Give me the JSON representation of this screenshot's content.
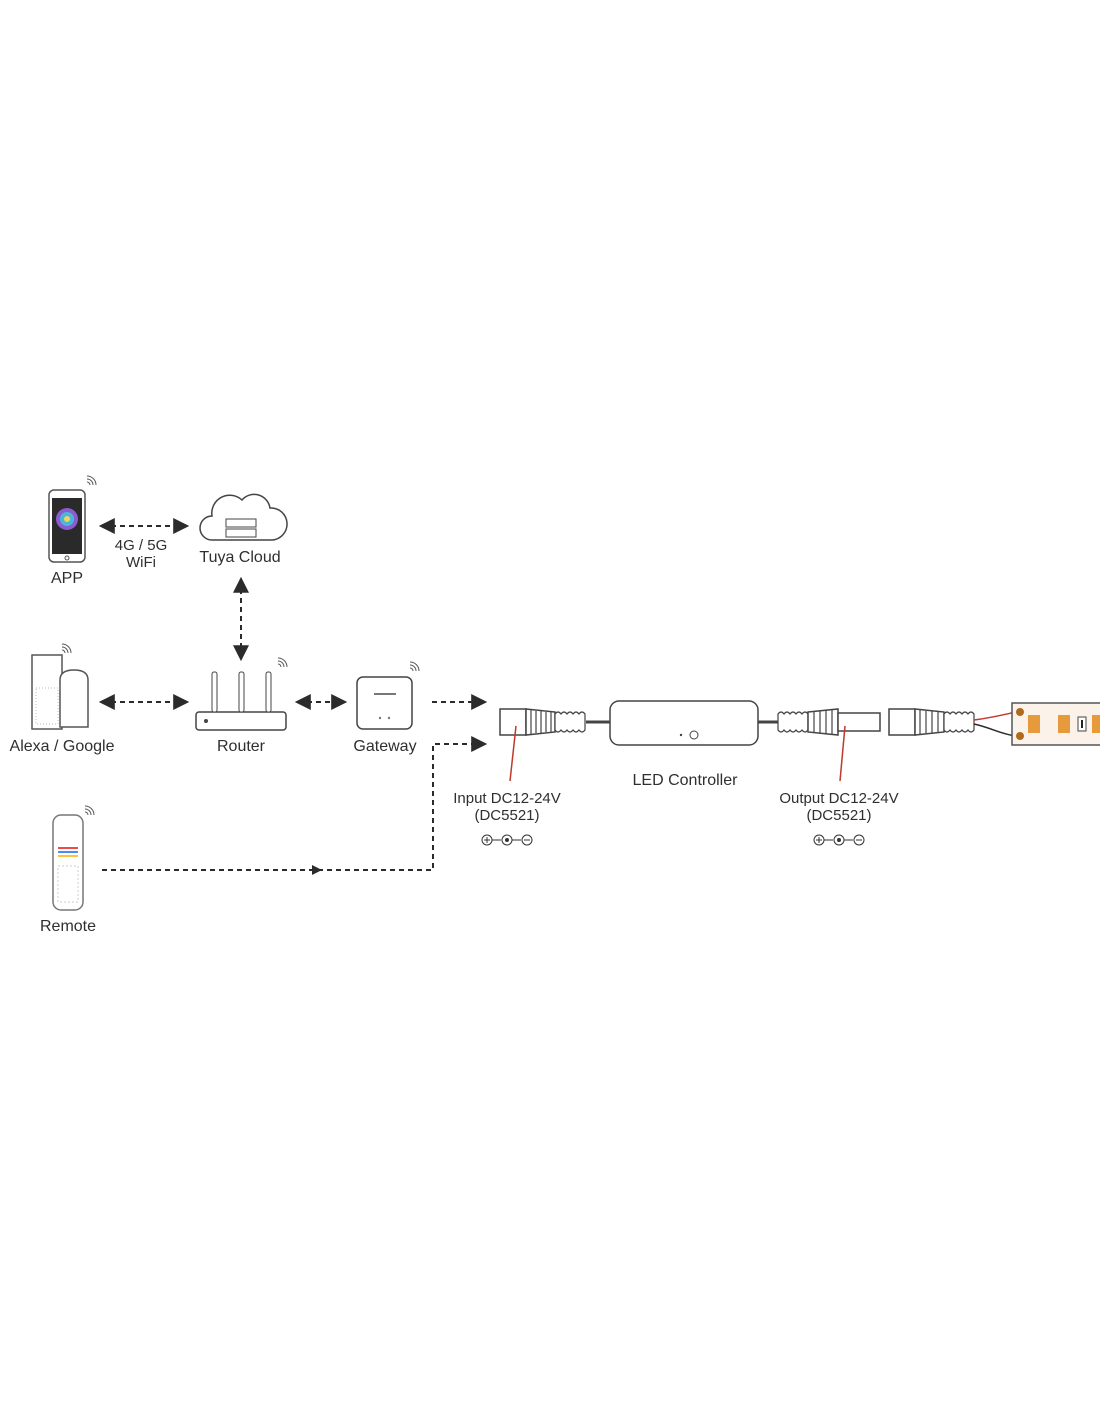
{
  "nodes": {
    "app": "APP",
    "link_app_cloud": [
      "4G / 5G",
      "WiFi"
    ],
    "cloud": "Tuya Cloud",
    "alexa": "Alexa / Google",
    "router": "Router",
    "gateway": "Gateway",
    "remote": "Remote",
    "controller": "LED Controller",
    "input": [
      "Input DC12-24V",
      "(DC5521)"
    ],
    "output": [
      "Output DC12-24V",
      "(DC5521)"
    ]
  },
  "colors": {
    "line": "#2b2b2b",
    "leader": "#c0392b",
    "strip": "#e79a3c"
  }
}
